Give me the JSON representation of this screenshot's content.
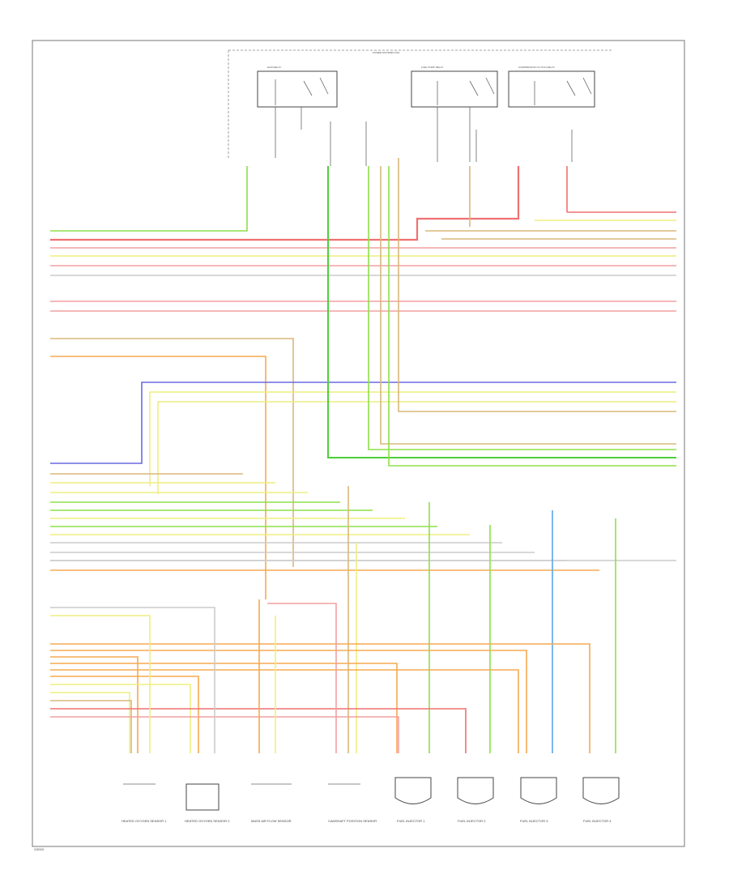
{
  "diagram": {
    "page_id": "G3003",
    "header": "POWER DISTRIBUTION",
    "relays": [
      {
        "label": "ECM RELAY"
      },
      {
        "label": "FUEL PUMP RELAY"
      },
      {
        "label": "COMPRESSOR CLUTCH RELAY"
      }
    ],
    "components": [
      {
        "label": "HEATED OXYGEN SENSOR 1"
      },
      {
        "label": "HEATED OXYGEN SENSOR 2"
      },
      {
        "label": "MASS AIR FLOW SENSOR"
      },
      {
        "label": "CAMSHAFT POSITION SENSOR"
      },
      {
        "label": "FUEL INJECTOR 1"
      },
      {
        "label": "FUEL INJECTOR 2"
      },
      {
        "label": "FUEL INJECTOR 3"
      },
      {
        "label": "FUEL INJECTOR 4"
      }
    ],
    "colors": {
      "green": "#8ee04a",
      "red": "#f07070",
      "pink": "#f4a0a0",
      "yellow": "#eeee80",
      "tan": "#d9b87a",
      "blue": "#6a6ae0",
      "gray": "#cccccc",
      "orange": "#f5aa50",
      "bright_green": "#4ecf3a",
      "light_blue": "#5aa6e8"
    }
  }
}
